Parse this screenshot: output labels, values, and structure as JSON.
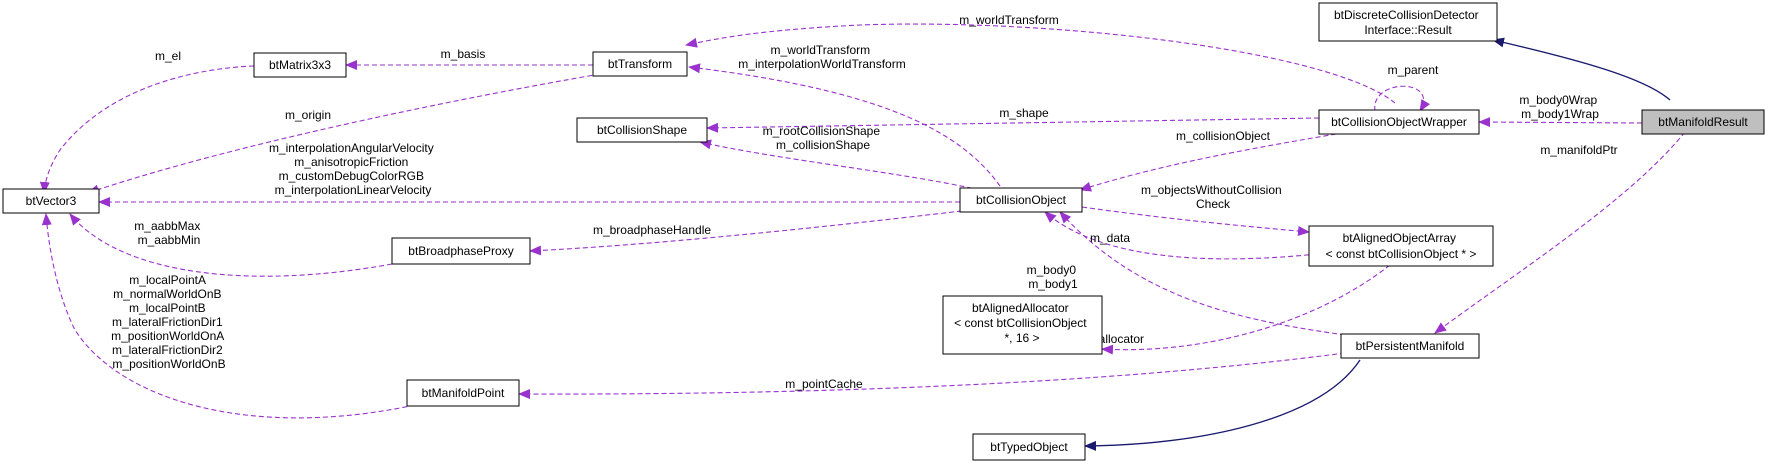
{
  "colors": {
    "usage_edge": "#9a32cd",
    "inherit_edge": "#191970",
    "highlight_fill": "#bfbfbf"
  },
  "nodes": {
    "btManifoldResult": [
      "btManifoldResult"
    ],
    "btDiscreteResult": [
      "btDiscreteCollisionDetector",
      "Interface::Result"
    ],
    "btCollisionObjectWrapper": [
      "btCollisionObjectWrapper"
    ],
    "btTransform": [
      "btTransform"
    ],
    "btMatrix3x3": [
      "btMatrix3x3"
    ],
    "btVector3": [
      "btVector3"
    ],
    "btCollisionShape": [
      "btCollisionShape"
    ],
    "btCollisionObject": [
      "btCollisionObject"
    ],
    "btBroadphaseProxy": [
      "btBroadphaseProxy"
    ],
    "btAlignedObjectArray": [
      "btAlignedObjectArray",
      "< const btCollisionObject * >"
    ],
    "btAlignedAllocator": [
      "btAlignedAllocator",
      "< const btCollisionObject",
      "*, 16 >"
    ],
    "btPersistentManifold": [
      "btPersistentManifold"
    ],
    "btManifoldPoint": [
      "btManifoldPoint"
    ],
    "btTypedObject": [
      "btTypedObject"
    ]
  },
  "edge_labels": {
    "m_worldTransform_top": [
      "m_worldTransform"
    ],
    "m_parent": [
      "m_parent"
    ],
    "m_body_wrap": [
      "m_body0Wrap",
      "m_body1Wrap"
    ],
    "m_el": [
      "m_el"
    ],
    "m_basis": [
      "m_basis"
    ],
    "m_transforms": [
      "m_worldTransform",
      "m_interpolationWorldTransform"
    ],
    "m_origin": [
      "m_origin"
    ],
    "m_shape": [
      "m_shape"
    ],
    "m_shapes": [
      "m_rootCollisionShape",
      "m_collisionShape"
    ],
    "m_collisionObject": [
      "m_collisionObject"
    ],
    "m_manifoldPtr": [
      "m_manifoldPtr"
    ],
    "m_vectors": [
      "m_interpolationAngularVelocity",
      "m_anisotropicFriction",
      "m_customDebugColorRGB",
      "m_interpolationLinearVelocity"
    ],
    "m_objectsWithoutCollision": [
      "m_objectsWithoutCollision",
      "Check"
    ],
    "m_aabb": [
      "m_aabbMax",
      "m_aabbMin"
    ],
    "m_broadphaseHandle": [
      "m_broadphaseHandle"
    ],
    "m_data": [
      "m_data"
    ],
    "m_points": [
      "m_localPointA",
      "m_normalWorldOnB",
      "m_localPointB",
      "m_lateralFrictionDir1",
      "m_positionWorldOnA",
      "m_lateralFrictionDir2",
      "m_positionWorldOnB"
    ],
    "m_bodies": [
      "m_body0",
      "m_body1"
    ],
    "m_allocator": [
      "m_allocator"
    ],
    "m_pointCache": [
      "m_pointCache"
    ]
  }
}
